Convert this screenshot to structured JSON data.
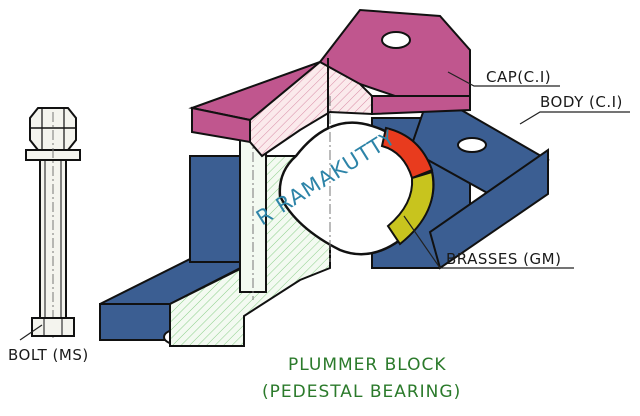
{
  "labels": {
    "cap": "CAP(C.I)",
    "body": "BODY (C.I)",
    "brasses": "BRASSES (GM)",
    "bolt": "BOLT (MS)"
  },
  "title": {
    "line1": "PLUMMER BLOCK",
    "line2": "(PEDESTAL BEARING)"
  },
  "watermark": "R RAMAKUTTY",
  "colors": {
    "cap": "#c0568e",
    "body": "#3b5e92",
    "section": "#f6e7e7",
    "brass_red": "#e83b1e",
    "brass_yellow": "#c8c41e",
    "bolt_fill": "#f4f4ee",
    "title": "#2b7a2b",
    "watermark": "#2d84a8"
  }
}
